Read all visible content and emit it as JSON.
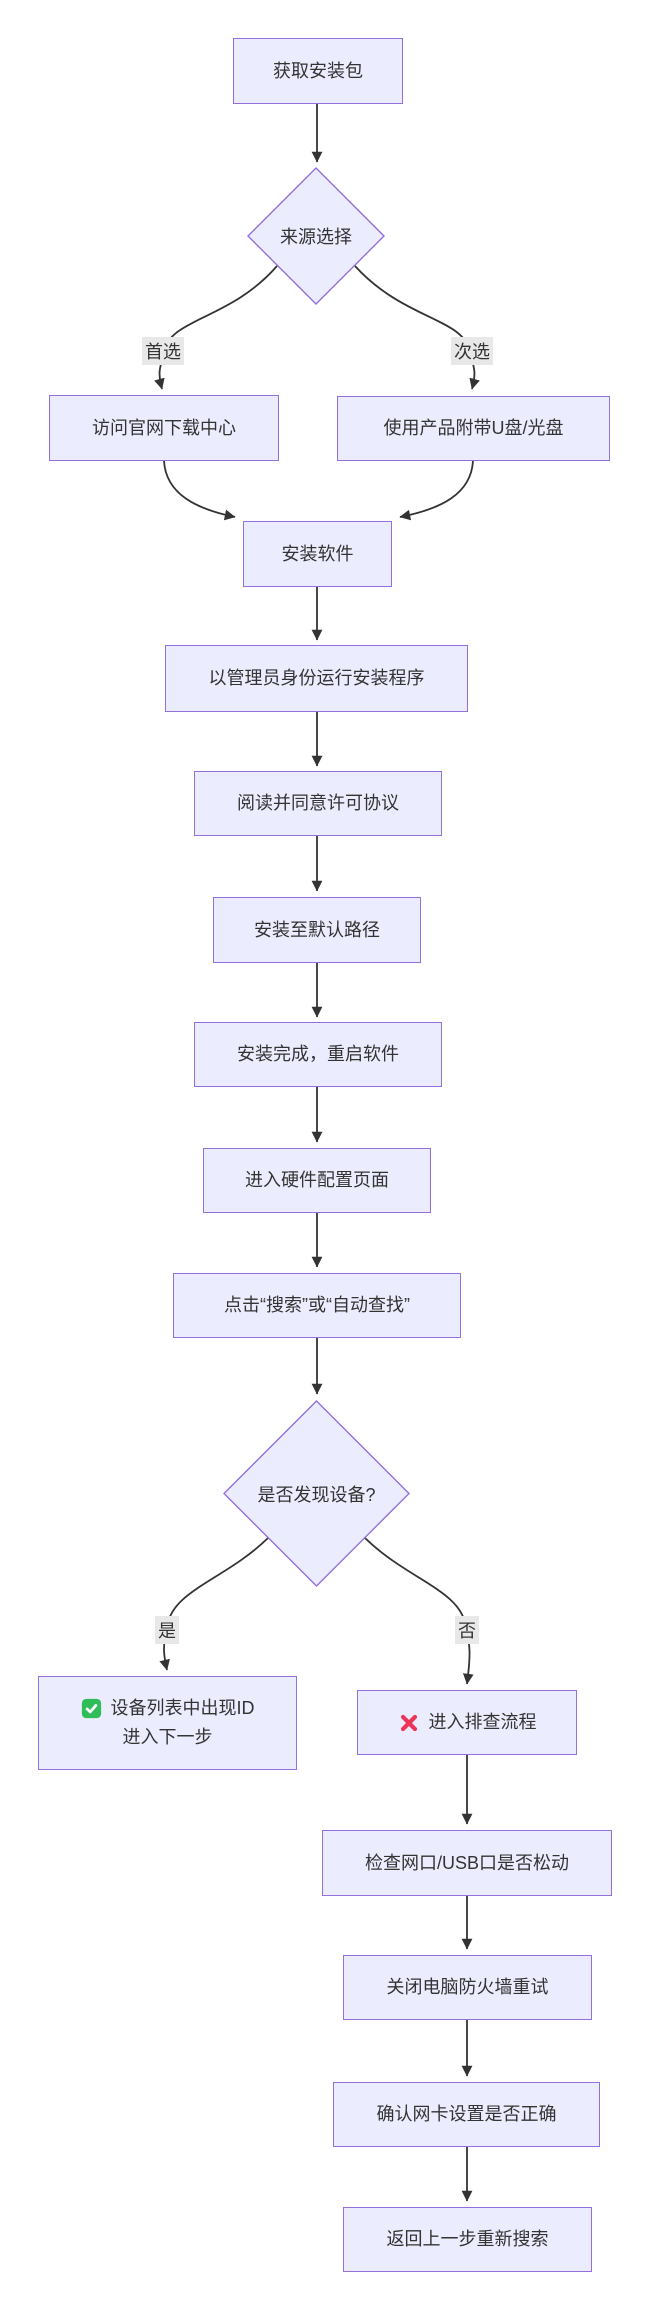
{
  "diagram": {
    "type": "flowchart",
    "direction": "top-down",
    "colors": {
      "node_fill": "#ECECFF",
      "node_border": "#9370DB",
      "edge": "#333333",
      "text": "#333333",
      "label_bg": "#E8E8E8",
      "check_green": "#2EBD59",
      "cross_red": "#EC3558",
      "background": "#FFFFFF"
    },
    "nodes": [
      {
        "id": "get_package",
        "shape": "rect",
        "label": "获取安装包"
      },
      {
        "id": "source_choice",
        "shape": "diamond",
        "label": "来源选择"
      },
      {
        "id": "official_site",
        "shape": "rect",
        "label": "访问官网下载中心"
      },
      {
        "id": "usb_cd",
        "shape": "rect",
        "label": "使用产品附带U盘/光盘"
      },
      {
        "id": "install_software",
        "shape": "rect",
        "label": "安装软件"
      },
      {
        "id": "run_as_admin",
        "shape": "rect",
        "label": "以管理员身份运行安装程序"
      },
      {
        "id": "agree_license",
        "shape": "rect",
        "label": "阅读并同意许可协议"
      },
      {
        "id": "default_path",
        "shape": "rect",
        "label": "安装至默认路径"
      },
      {
        "id": "restart_software",
        "shape": "rect",
        "label": "安装完成，重启软件"
      },
      {
        "id": "hw_config",
        "shape": "rect",
        "label": "进入硬件配置页面"
      },
      {
        "id": "click_search",
        "shape": "rect",
        "label": "点击“搜索”或“自动查找”"
      },
      {
        "id": "device_found",
        "shape": "diamond",
        "label": "是否发现设备?"
      },
      {
        "id": "device_ok",
        "shape": "rect",
        "icon": "check-icon",
        "label_line1": "设备列表中出现ID",
        "label_line2": "进入下一步"
      },
      {
        "id": "troubleshoot",
        "shape": "rect",
        "icon": "cross-icon",
        "label": "进入排查流程"
      },
      {
        "id": "check_ports",
        "shape": "rect",
        "label": "检查网口/USB口是否松动"
      },
      {
        "id": "firewall",
        "shape": "rect",
        "label": "关闭电脑防火墙重试"
      },
      {
        "id": "nic_settings",
        "shape": "rect",
        "label": "确认网卡设置是否正确"
      },
      {
        "id": "research",
        "shape": "rect",
        "label": "返回上一步重新搜索"
      }
    ],
    "edge_labels": [
      {
        "text": "首选"
      },
      {
        "text": "次选"
      },
      {
        "text": "是"
      },
      {
        "text": "否"
      }
    ]
  }
}
